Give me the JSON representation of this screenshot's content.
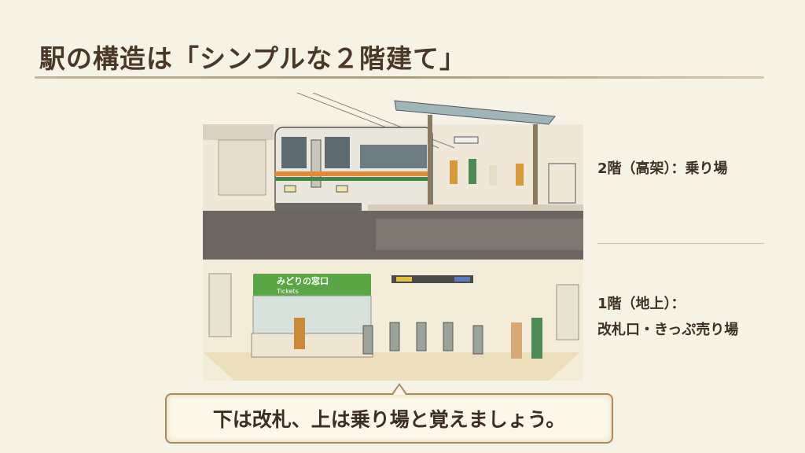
{
  "slide": {
    "title": "駅の構造は「シンプルな２階建て」",
    "upper_floor_label": "2階（高架）：乗り場",
    "lower_floor_label_line1": "1階（地上）：",
    "lower_floor_label_line2": "改札口・きっぷ売り場",
    "callout": "下は改札、上は乗り場と覚えましょう。"
  },
  "illustration": {
    "ticket_office_sign": "みどりの窓口",
    "ticket_office_sign_sub": "Tickets",
    "colors": {
      "background": "#f7f2e6",
      "sign_green": "#5aa545",
      "train_stripe_orange": "#e08a3a",
      "train_stripe_green": "#3c8a4a",
      "title_text": "#4a3826"
    }
  }
}
